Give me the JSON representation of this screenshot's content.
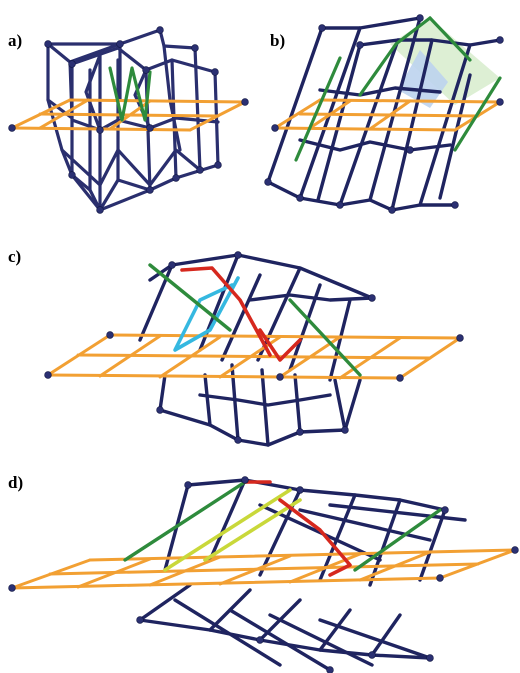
{
  "panels": [
    {
      "label": "a)"
    },
    {
      "label": "b)"
    },
    {
      "label": "c)"
    },
    {
      "label": "d)"
    }
  ],
  "colors": {
    "framework": "#2a2f6e",
    "framework_node": "#2b3072",
    "plane": "#f2a033",
    "highlight_green": "#2e8b3c",
    "highlight_red": "#d6281e",
    "highlight_cyan": "#35b8e0",
    "highlight_yellow": "#c9d83a",
    "highlight_teal": "#20a080",
    "shade_green": "#d7eccc",
    "shade_blue": "#bcd3ee",
    "background": "#ffffff"
  }
}
